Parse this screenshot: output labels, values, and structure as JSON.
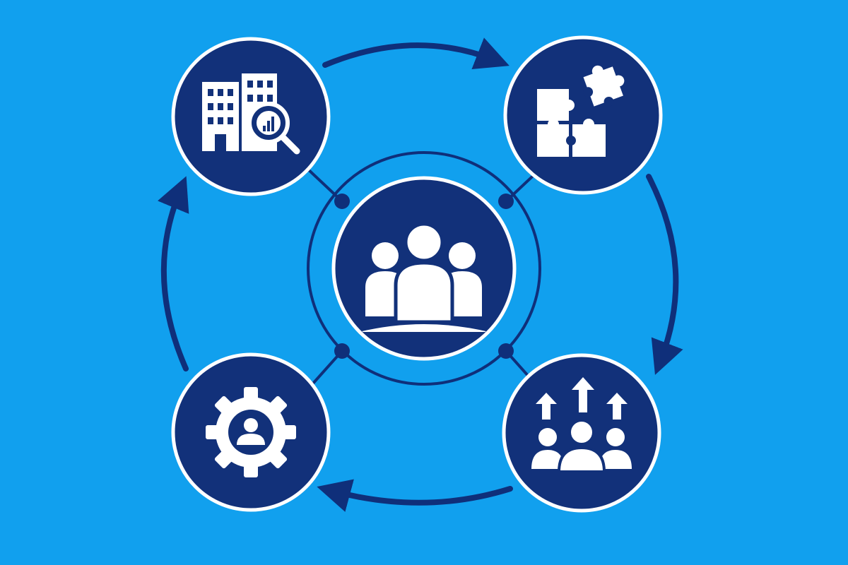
{
  "diagram": {
    "type": "cycle",
    "hub": {
      "name": "team-group",
      "icon": "team-group-icon"
    },
    "nodes": [
      {
        "name": "company-research",
        "icon": "building-search-icon"
      },
      {
        "name": "integration",
        "icon": "puzzle-pieces-icon"
      },
      {
        "name": "team-growth",
        "icon": "team-growth-arrows-icon"
      },
      {
        "name": "people-operations",
        "icon": "gear-person-icon"
      }
    ],
    "flow": [
      {
        "from": "company-research",
        "to": "integration"
      },
      {
        "from": "integration",
        "to": "team-growth"
      },
      {
        "from": "team-growth",
        "to": "people-operations"
      },
      {
        "from": "people-operations",
        "to": "company-research"
      }
    ]
  },
  "colors": {
    "background": "#11a0ee",
    "node_fill": "#12317a",
    "node_border": "#ffffff",
    "icon": "#ffffff",
    "arrow": "#0f2f7a",
    "connector": "#0f2f7a"
  }
}
